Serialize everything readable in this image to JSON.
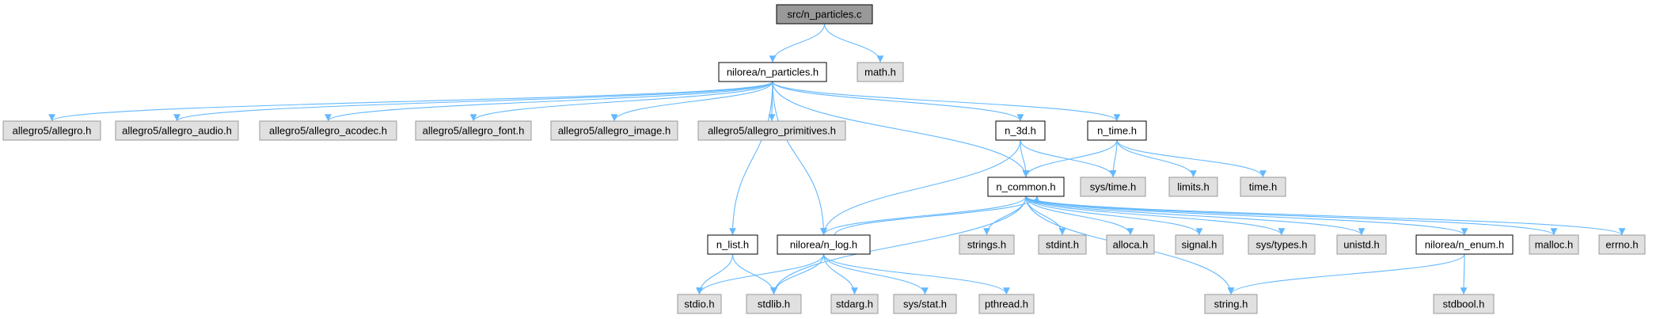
{
  "graph": {
    "root": "src/n_particles.c",
    "colors": {
      "root_fill": "#999999",
      "documented_fill": "#ffffff",
      "external_fill": "#e0e0e0",
      "border_documented": "#000000",
      "border_external": "#999999",
      "edge": "#63b8ff"
    },
    "nodes": [
      {
        "id": "root",
        "label": "src/n_particles.c",
        "kind": "root"
      },
      {
        "id": "n_particles_h",
        "label": "nilorea/n_particles.h",
        "kind": "documented"
      },
      {
        "id": "math_h",
        "label": "math.h",
        "kind": "external"
      },
      {
        "id": "allegro_h",
        "label": "allegro5/allegro.h",
        "kind": "external"
      },
      {
        "id": "allegro_audio_h",
        "label": "allegro5/allegro_audio.h",
        "kind": "external"
      },
      {
        "id": "allegro_acodec_h",
        "label": "allegro5/allegro_acodec.h",
        "kind": "external"
      },
      {
        "id": "allegro_font_h",
        "label": "allegro5/allegro_font.h",
        "kind": "external"
      },
      {
        "id": "allegro_image_h",
        "label": "allegro5/allegro_image.h",
        "kind": "external"
      },
      {
        "id": "allegro_primitives_h",
        "label": "allegro5/allegro_primitives.h",
        "kind": "external"
      },
      {
        "id": "n_3d_h",
        "label": "n_3d.h",
        "kind": "documented"
      },
      {
        "id": "n_time_h",
        "label": "n_time.h",
        "kind": "documented"
      },
      {
        "id": "n_common_h",
        "label": "n_common.h",
        "kind": "documented"
      },
      {
        "id": "sys_time_h",
        "label": "sys/time.h",
        "kind": "external"
      },
      {
        "id": "limits_h",
        "label": "limits.h",
        "kind": "external"
      },
      {
        "id": "time_h",
        "label": "time.h",
        "kind": "external"
      },
      {
        "id": "n_list_h",
        "label": "n_list.h",
        "kind": "documented"
      },
      {
        "id": "n_log_h",
        "label": "nilorea/n_log.h",
        "kind": "documented"
      },
      {
        "id": "strings_h",
        "label": "strings.h",
        "kind": "external"
      },
      {
        "id": "stdint_h",
        "label": "stdint.h",
        "kind": "external"
      },
      {
        "id": "alloca_h",
        "label": "alloca.h",
        "kind": "external"
      },
      {
        "id": "signal_h",
        "label": "signal.h",
        "kind": "external"
      },
      {
        "id": "sys_types_h",
        "label": "sys/types.h",
        "kind": "external"
      },
      {
        "id": "unistd_h",
        "label": "unistd.h",
        "kind": "external"
      },
      {
        "id": "n_enum_h",
        "label": "nilorea/n_enum.h",
        "kind": "documented"
      },
      {
        "id": "malloc_h",
        "label": "malloc.h",
        "kind": "external"
      },
      {
        "id": "errno_h",
        "label": "errno.h",
        "kind": "external"
      },
      {
        "id": "stdio_h",
        "label": "stdio.h",
        "kind": "external"
      },
      {
        "id": "stdlib_h",
        "label": "stdlib.h",
        "kind": "external"
      },
      {
        "id": "stdarg_h",
        "label": "stdarg.h",
        "kind": "external"
      },
      {
        "id": "sys_stat_h",
        "label": "sys/stat.h",
        "kind": "external"
      },
      {
        "id": "pthread_h",
        "label": "pthread.h",
        "kind": "external"
      },
      {
        "id": "string_h",
        "label": "string.h",
        "kind": "external"
      },
      {
        "id": "stdbool_h",
        "label": "stdbool.h",
        "kind": "external"
      }
    ],
    "edges": [
      [
        "root",
        "n_particles_h"
      ],
      [
        "root",
        "math_h"
      ],
      [
        "n_particles_h",
        "allegro_h"
      ],
      [
        "n_particles_h",
        "allegro_audio_h"
      ],
      [
        "n_particles_h",
        "allegro_acodec_h"
      ],
      [
        "n_particles_h",
        "allegro_font_h"
      ],
      [
        "n_particles_h",
        "allegro_image_h"
      ],
      [
        "n_particles_h",
        "allegro_primitives_h"
      ],
      [
        "n_particles_h",
        "n_3d_h"
      ],
      [
        "n_particles_h",
        "n_time_h"
      ],
      [
        "n_particles_h",
        "n_common_h"
      ],
      [
        "n_particles_h",
        "n_list_h"
      ],
      [
        "n_particles_h",
        "n_log_h"
      ],
      [
        "n_3d_h",
        "n_common_h"
      ],
      [
        "n_3d_h",
        "sys_time_h"
      ],
      [
        "n_3d_h",
        "n_log_h"
      ],
      [
        "n_time_h",
        "n_common_h"
      ],
      [
        "n_time_h",
        "sys_time_h"
      ],
      [
        "n_time_h",
        "limits_h"
      ],
      [
        "n_time_h",
        "time_h"
      ],
      [
        "n_common_h",
        "n_log_h"
      ],
      [
        "n_log_h",
        "n_common_h"
      ],
      [
        "n_common_h",
        "strings_h"
      ],
      [
        "n_common_h",
        "stdint_h"
      ],
      [
        "n_common_h",
        "alloca_h"
      ],
      [
        "n_common_h",
        "signal_h"
      ],
      [
        "n_common_h",
        "sys_types_h"
      ],
      [
        "n_common_h",
        "unistd_h"
      ],
      [
        "n_common_h",
        "n_enum_h"
      ],
      [
        "n_common_h",
        "malloc_h"
      ],
      [
        "n_common_h",
        "errno_h"
      ],
      [
        "n_common_h",
        "stdlib_h"
      ],
      [
        "n_common_h",
        "string_h"
      ],
      [
        "n_list_h",
        "stdio_h"
      ],
      [
        "n_list_h",
        "stdlib_h"
      ],
      [
        "n_log_h",
        "stdio_h"
      ],
      [
        "n_log_h",
        "stdlib_h"
      ],
      [
        "n_log_h",
        "stdarg_h"
      ],
      [
        "n_log_h",
        "sys_stat_h"
      ],
      [
        "n_log_h",
        "pthread_h"
      ],
      [
        "n_enum_h",
        "string_h"
      ],
      [
        "n_enum_h",
        "stdbool_h"
      ]
    ]
  }
}
